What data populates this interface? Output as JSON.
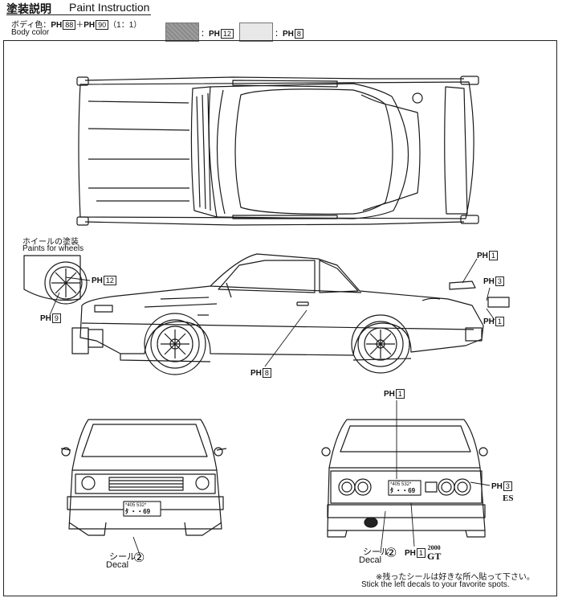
{
  "header": {
    "title_jp": "塗装説明",
    "title_en": "Paint Instruction",
    "body_color_jp": "ボディ色：",
    "body_color_mix": "＋",
    "body_color_ratio": "（1：1）",
    "body_color_en": "Body color",
    "ph_a": "88",
    "ph_b": "90",
    "swatch1_code": "12",
    "swatch2_code": "8",
    "ph_prefix": "PH",
    "colon": "："
  },
  "wheels": {
    "label_jp": "ホイールの塗装",
    "label_en": "Paints for wheels"
  },
  "callouts": {
    "wheel_rim": "12",
    "wheel_spokes": "9",
    "body_side": "8",
    "wing": "1",
    "emblem_a": "3",
    "emblem_b": "1",
    "rear_top": "1",
    "rear_lamp": "3",
    "rear_decal_code": "1"
  },
  "decals": {
    "front_jp": "シール",
    "front_en": "Decal",
    "front_num": "②",
    "rear_jp": "シール",
    "rear_en": "Decal",
    "rear_num": "②",
    "es": "ES",
    "gt_year": "2000",
    "gt": "GT",
    "plate_top": "*405 532*",
    "plate_bottom": "ﾀ ・・69"
  },
  "note": {
    "jp": "※残ったシールは好きな所へ貼って下さい。",
    "en": "Stick the left decals to your favorite spots."
  },
  "colors": {
    "line": "#1a1a1a",
    "swatch_dark": "#999999",
    "swatch_light": "#e8e8e8"
  }
}
